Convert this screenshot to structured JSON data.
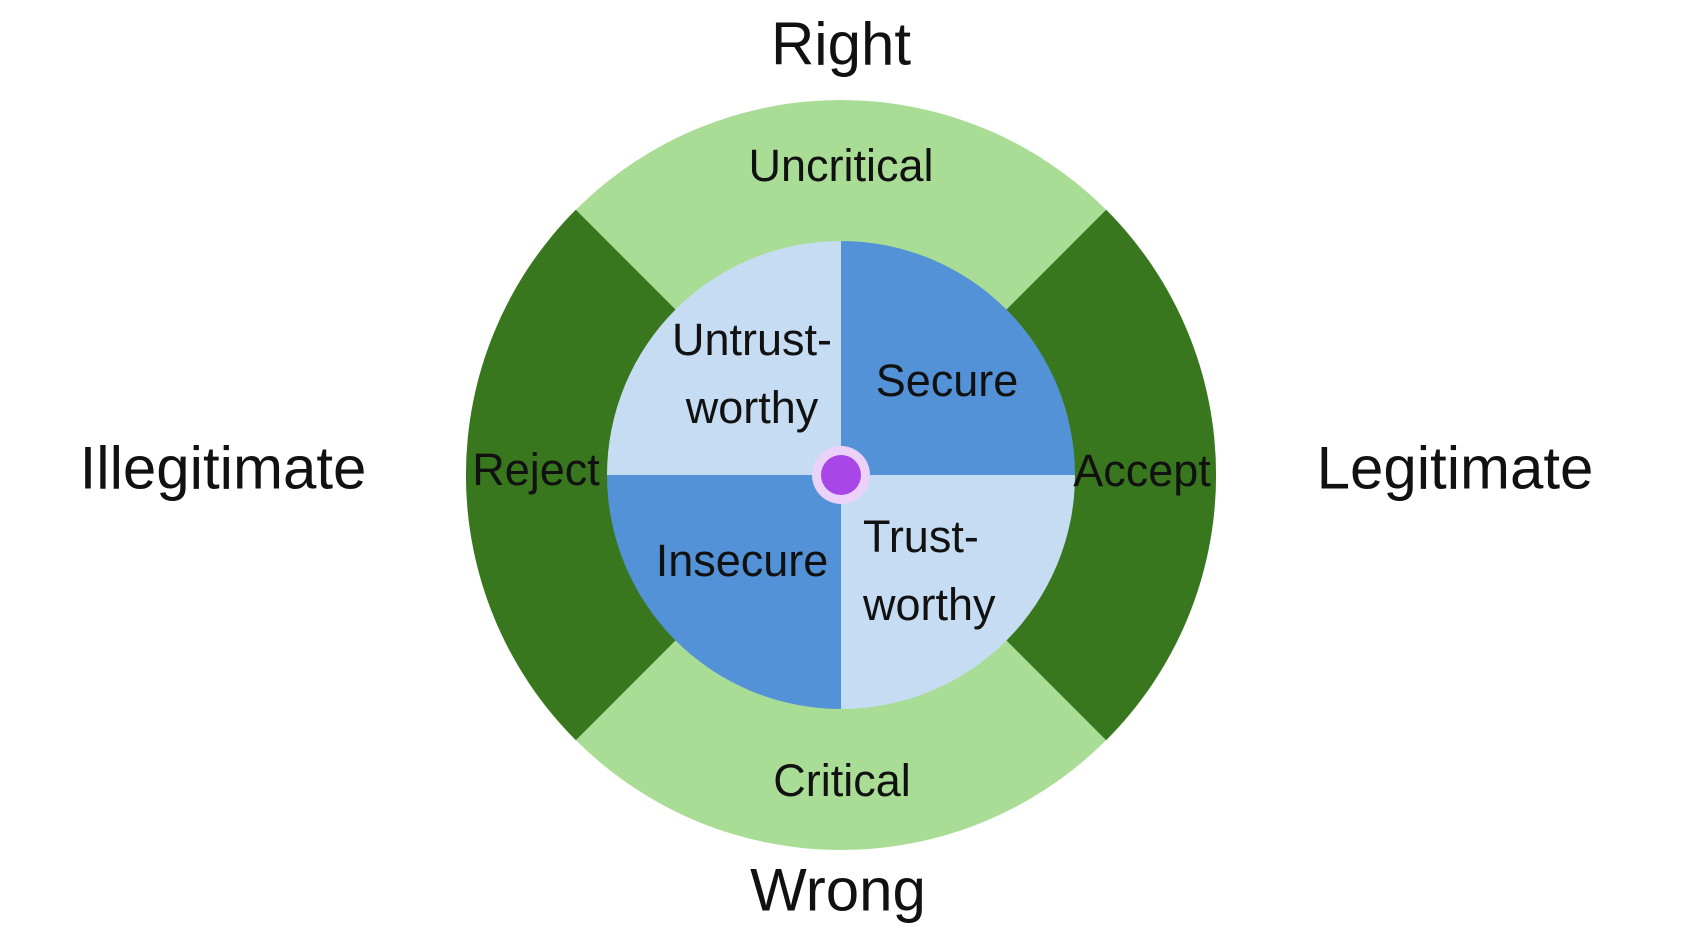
{
  "colors": {
    "background": "#ffffff",
    "text": "#111111",
    "ring_light_green": "#a9dd96",
    "ring_dark_green": "#38771e",
    "quadrant_medium_blue": "#5392d6",
    "quadrant_light_blue": "#c6dcf2",
    "center_dot_purple": "#a846e8",
    "center_dot_halo_pink": "#ecd2f8"
  },
  "outer_labels": {
    "top": "Right",
    "bottom": "Wrong",
    "left": "Illegitimate",
    "right": "Legitimate"
  },
  "ring_segments": {
    "top": {
      "label": "Uncritical",
      "tone": "light-green"
    },
    "bottom": {
      "label": "Critical",
      "tone": "light-green"
    },
    "left": {
      "label": "Reject",
      "tone": "dark-green"
    },
    "right": {
      "label": "Accept",
      "tone": "dark-green"
    }
  },
  "quadrants": {
    "top_left": {
      "line1": "Untrust-",
      "line2": "worthy",
      "tone": "light-blue"
    },
    "top_right": {
      "label": "Secure",
      "tone": "medium-blue"
    },
    "bottom_left": {
      "label": "Insecure",
      "tone": "medium-blue"
    },
    "bottom_right": {
      "line1": "Trust-",
      "line2": "worthy",
      "tone": "light-blue"
    }
  },
  "center_marker": {
    "name": "origin-dot"
  }
}
